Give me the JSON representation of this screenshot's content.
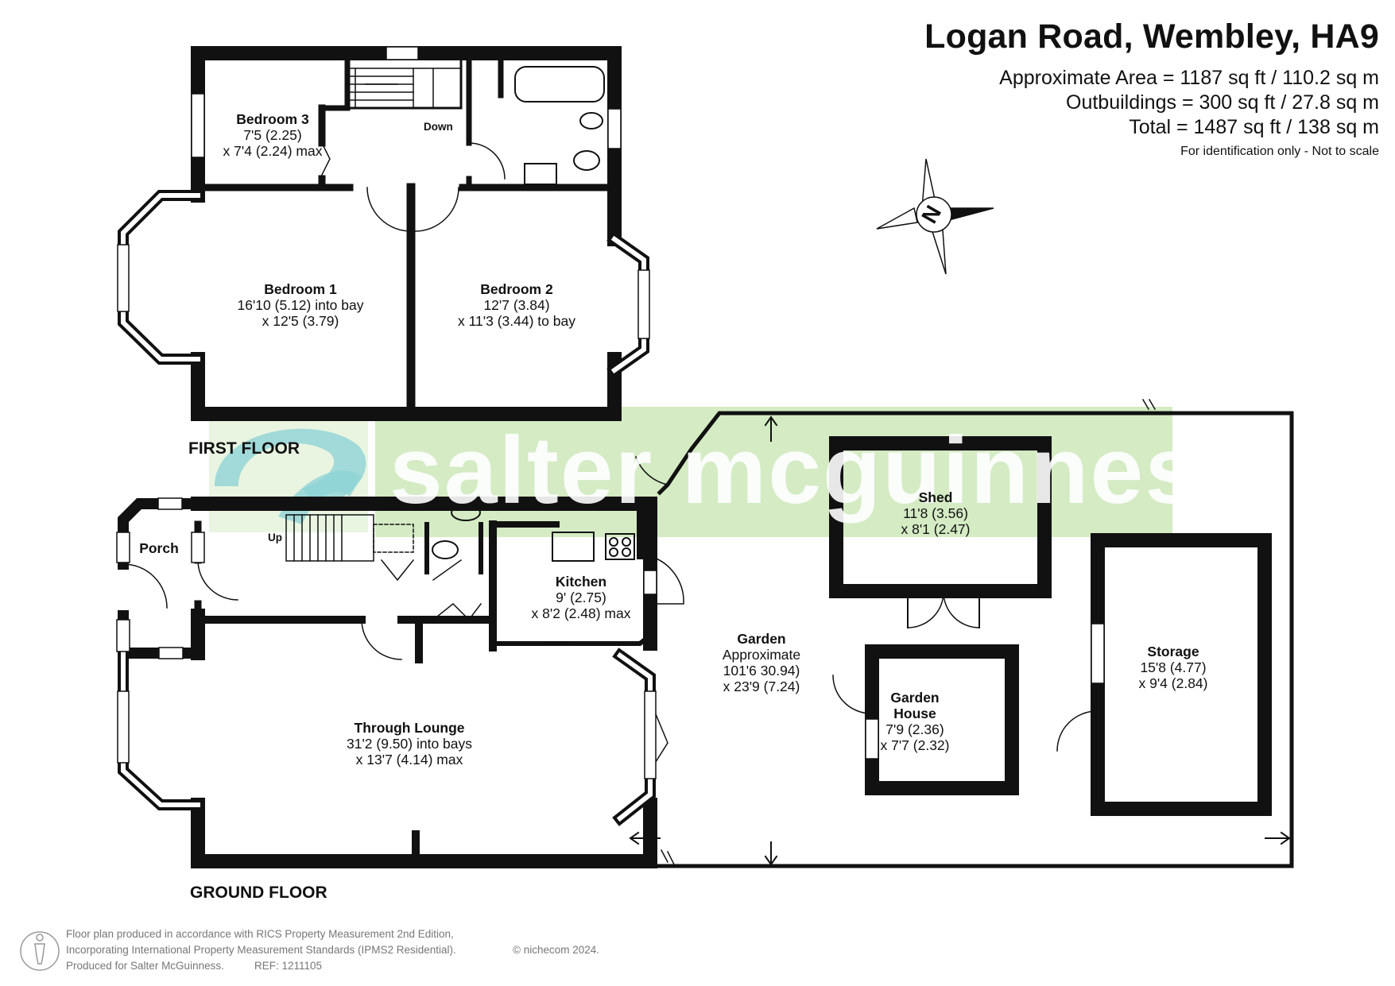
{
  "header": {
    "title": "Logan Road, Wembley, HA9",
    "area_line": "Approximate Area = 1187 sq ft / 110.2 sq m",
    "outbuildings_line": "Outbuildings = 300 sq ft / 27.8 sq m",
    "total_line": "Total = 1487 sq ft / 138 sq m",
    "note": "For identification only - Not to scale"
  },
  "floors": {
    "first": "FIRST FLOOR",
    "ground": "GROUND FLOOR"
  },
  "labels": {
    "down": "Down",
    "up": "Up"
  },
  "rooms": {
    "bedroom3": {
      "name": "Bedroom 3",
      "l1": "7'5 (2.25)",
      "l2": "x 7'4 (2.24) max"
    },
    "bedroom1": {
      "name": "Bedroom 1",
      "l1": "16'10 (5.12) into bay",
      "l2": "x 12'5 (3.79)"
    },
    "bedroom2": {
      "name": "Bedroom 2",
      "l1": "12'7 (3.84)",
      "l2": "x 11'3 (3.44) to bay"
    },
    "porch": {
      "name": "Porch"
    },
    "kitchen": {
      "name": "Kitchen",
      "l1": "9' (2.75)",
      "l2": "x 8'2 (2.48) max"
    },
    "lounge": {
      "name": "Through Lounge",
      "l1": "31'2 (9.50) into bays",
      "l2": "x 13'7 (4.14) max"
    },
    "garden": {
      "name": "Garden",
      "l0": "Approximate",
      "l1": "101'6 30.94)",
      "l2": "x 23'9 (7.24)"
    },
    "shed": {
      "name": "Shed",
      "l1": "11'8 (3.56)",
      "l2": "x 8'1 (2.47)"
    },
    "gardenhouse": {
      "name": "Garden",
      "name2": "House",
      "l1": "7'9 (2.36)",
      "l2": "x 7'7 (2.32)"
    },
    "storage": {
      "name": "Storage",
      "l1": "15'8 (4.77)",
      "l2": "x 9'4 (2.84)"
    }
  },
  "watermark": "salter mcguinness",
  "compass": {
    "letter": "N"
  },
  "footer": {
    "line1": "Floor plan produced in accordance with RICS Property Measurement 2nd Edition,",
    "line2": "Incorporating International Property Measurement Standards (IPMS2 Residential).",
    "copyright": "© nichecom 2024.",
    "line3": "Produced for Salter McGuinness.",
    "ref": "REF: 1211105"
  },
  "colors": {
    "wall": "#111111",
    "watermark_green": "#d4ebc4",
    "watermark_teal": "#8fd3d6"
  }
}
